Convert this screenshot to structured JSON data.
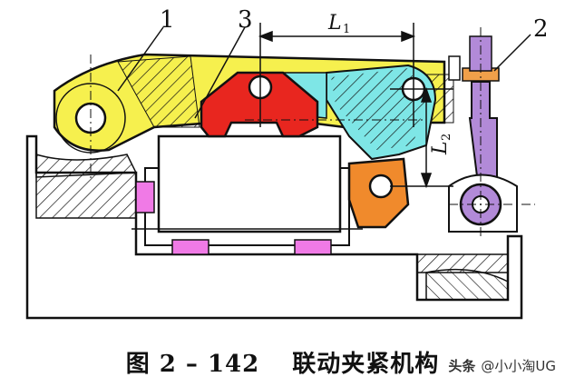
{
  "figure": {
    "part_labels": [
      "1",
      "3",
      "2"
    ],
    "dimension_labels": {
      "l1_main": "L",
      "l1_sub": "1",
      "l2_main": "L",
      "l2_sub": "2"
    },
    "colors": {
      "lever_yellow": "#f6f04e",
      "clamp_red": "#e8261f",
      "arm_cyan": "#7ee6e6",
      "pawl_orange": "#f08a2c",
      "rod_purple": "#b28ad8",
      "base_white": "#ffffff",
      "block_pink": "#f07ae6",
      "nut_orange": "#f0a04a",
      "line_black": "#111111"
    }
  },
  "caption": {
    "fig_number": "图 2 – 142",
    "title": "联动夹紧机构"
  },
  "watermark": {
    "source": "头条",
    "handle": "@小小淘UG"
  }
}
